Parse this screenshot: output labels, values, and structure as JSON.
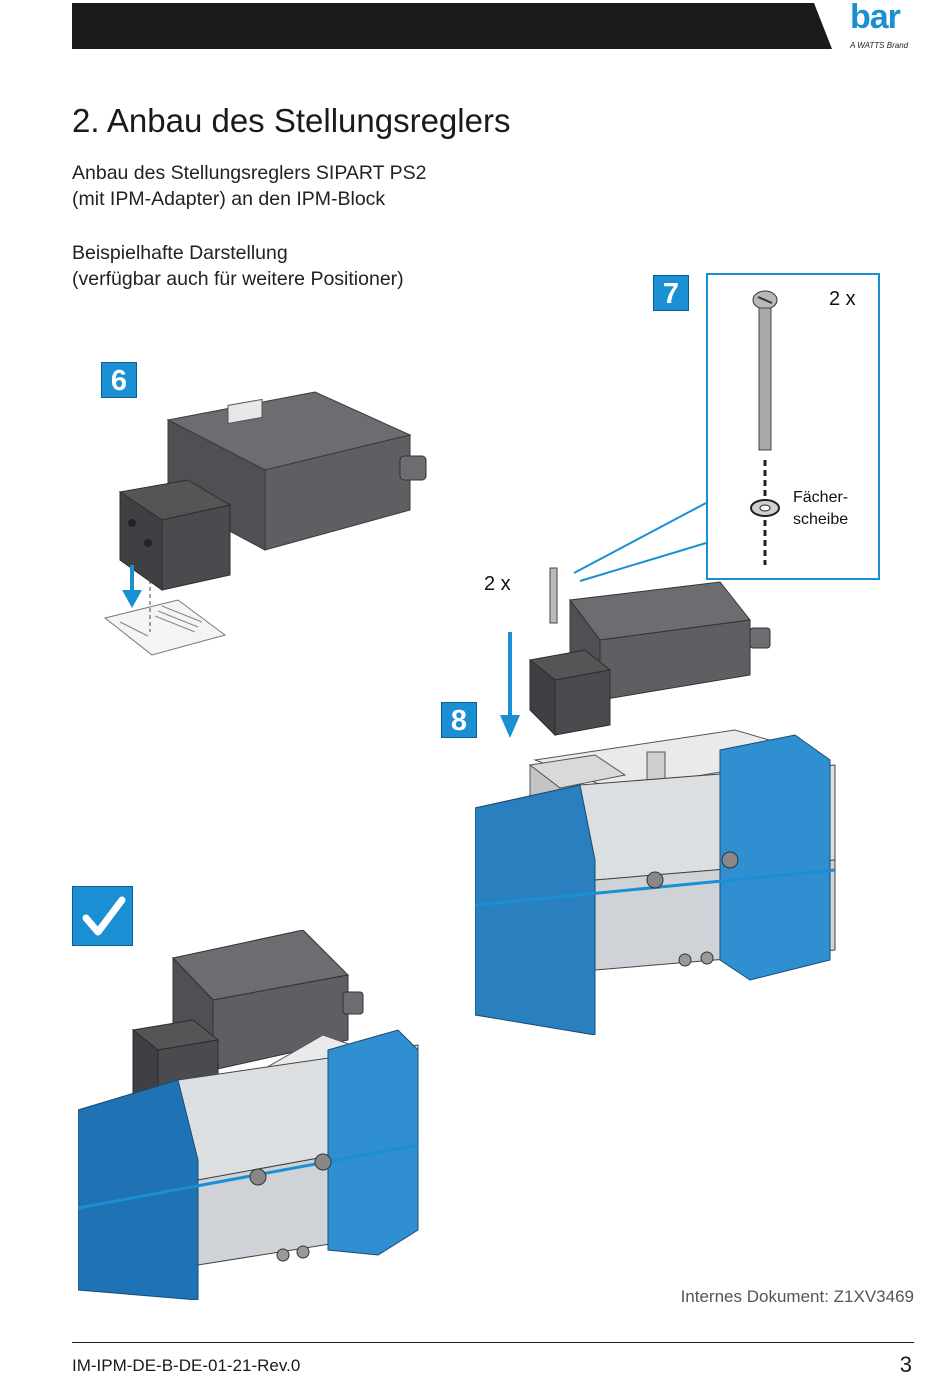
{
  "header": {
    "brand": "bar",
    "brand_sub": "A WATTS Brand",
    "brand_color": "#1a8fd3",
    "bar_color": "#1a1a1a"
  },
  "section": {
    "title": "2.  Anbau des Stellungsreglers",
    "intro_line1": "Anbau des Stellungsreglers SIPART PS2",
    "intro_line2": "(mit IPM-Adapter) an den IPM-Block",
    "example_line1": "Beispielhafte Darstellung",
    "example_line2": "(verfügbar auch für weitere Positioner)"
  },
  "steps": {
    "step6": "6",
    "step7": "7",
    "step8": "8",
    "done_icon": "checkmark-icon"
  },
  "detail": {
    "qty_screw": "2 x",
    "washer_line1": "Fächer-",
    "washer_line2": "scheibe",
    "qty_mount": "2 x"
  },
  "footer": {
    "internal_ref": "Internes Dokument: Z1XV3469",
    "doc_id": "IM-IPM-DE-B-DE-01-21-Rev.0",
    "page": "3"
  }
}
